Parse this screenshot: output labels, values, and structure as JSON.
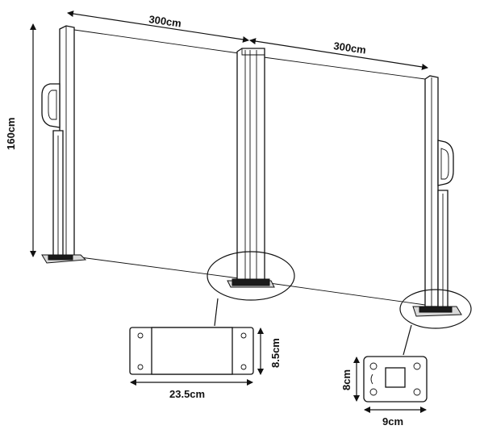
{
  "labels": {
    "width_left": "300cm",
    "width_right": "300cm",
    "height": "160cm",
    "base_center_width": "23.5cm",
    "base_center_depth": "8.5cm",
    "base_side_width": "9cm",
    "base_side_depth": "8cm"
  }
}
